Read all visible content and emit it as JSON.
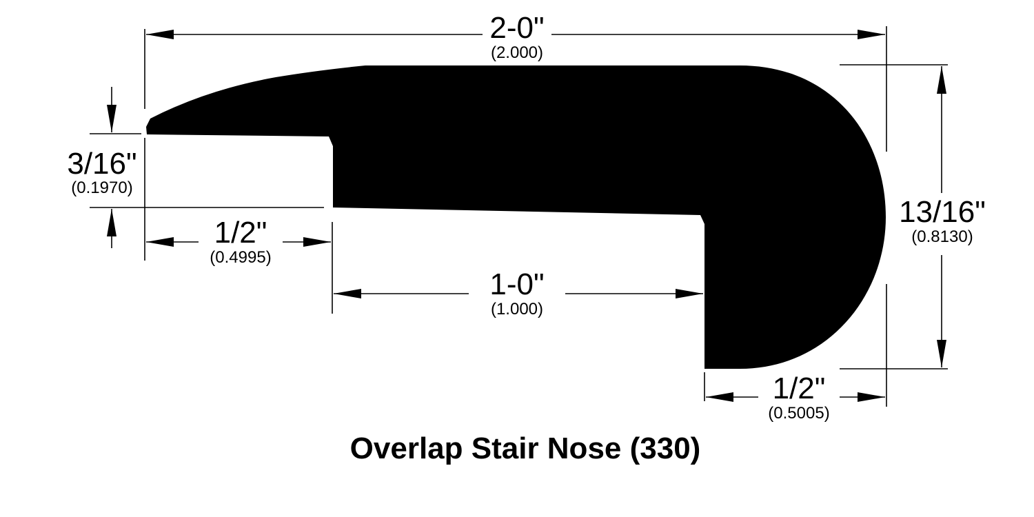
{
  "title": "Overlap Stair Nose (330)",
  "colors": {
    "profile_fill": "#000000",
    "line": "#000000",
    "background": "#ffffff"
  },
  "dimensions": {
    "overall_width": {
      "fraction": "2-0\"",
      "decimal": "(2.000)"
    },
    "lip_thickness": {
      "fraction": "3/16\"",
      "decimal": "(0.1970)"
    },
    "lip_length": {
      "fraction": "1/2\"",
      "decimal": "(0.4995)"
    },
    "inner_span": {
      "fraction": "1-0\"",
      "decimal": "(1.000)"
    },
    "nose_height": {
      "fraction": "13/16\"",
      "decimal": "(0.8130)"
    },
    "nose_width": {
      "fraction": "1/2\"",
      "decimal": "(0.5005)"
    }
  }
}
